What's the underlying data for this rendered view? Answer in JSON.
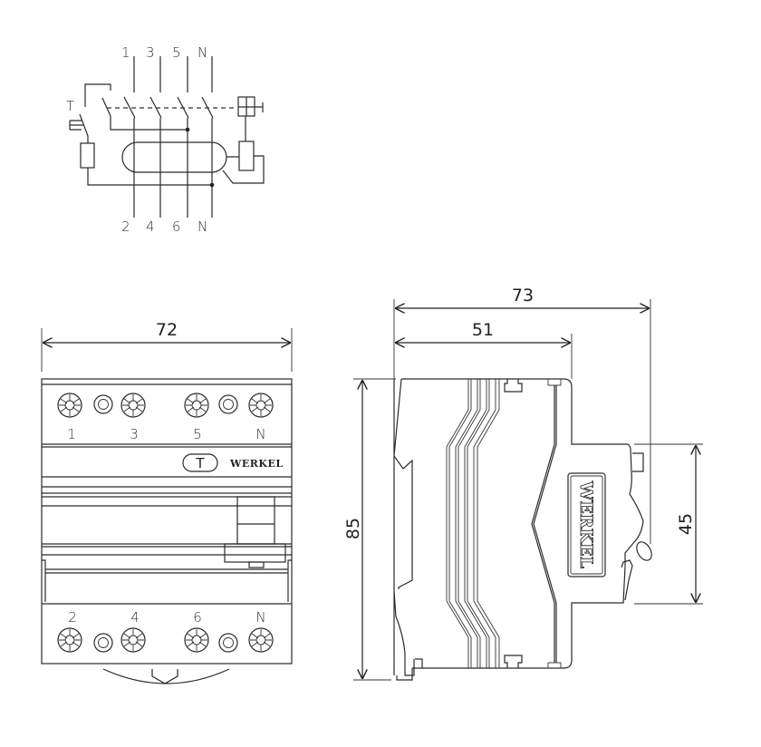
{
  "schematic": {
    "top_terminals": [
      "1",
      "3",
      "5",
      "N"
    ],
    "bottom_terminals": [
      "2",
      "4",
      "6",
      "N"
    ],
    "test_label": "T"
  },
  "front_view": {
    "width_dimension": "72",
    "top_terminals": [
      "1",
      "3",
      "5",
      "N"
    ],
    "bottom_terminals": [
      "2",
      "4",
      "6",
      "N"
    ],
    "test_button_label": "T",
    "brand": "WERKEL"
  },
  "side_view": {
    "total_depth_dimension": "73",
    "body_depth_dimension": "51",
    "height_dimension": "85",
    "front_height_dimension": "45",
    "brand": "WERKEL"
  }
}
